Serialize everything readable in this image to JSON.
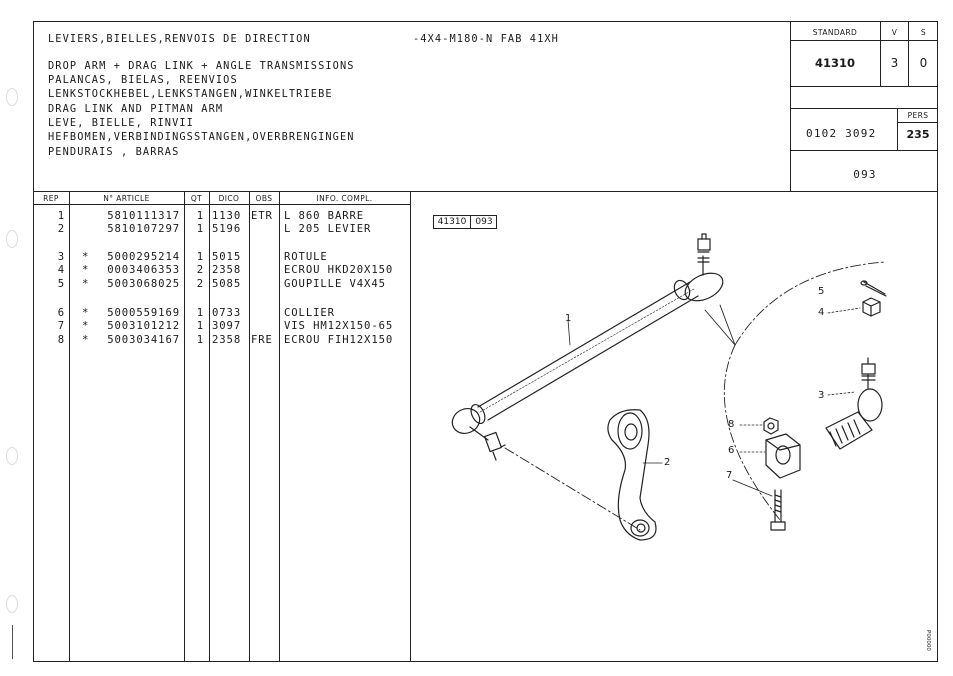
{
  "header": {
    "title_lines": [
      "LEVIERS,BIELLES,RENVOIS DE DIRECTION",
      "DROP ARM + DRAG LINK + ANGLE TRANSMISSIONS",
      "PALANCAS, BIELAS, REENVIOS",
      "LENKSTOCKHEBEL,LENKSTANGEN,WINKELTRIEBE",
      "DRAG LINK AND PITMAN ARM",
      "LEVE, BIELLE, RINVII",
      "HEFBOMEN,VERBINDINGSSTANGEN,OVERBRENGINGEN",
      "PENDURAIS , BARRAS"
    ],
    "model": "-4X4-M180-N FAB 41XH"
  },
  "info_box": {
    "standard_label": "STANDARD",
    "v_label": "V",
    "s_label": "S",
    "standard_value": "41310",
    "v_value": "3",
    "s_value": "0",
    "pers_label": "PERS",
    "ref_code": "0102 3092",
    "pers_value": "235",
    "page_code": "093"
  },
  "table": {
    "columns": [
      "REP",
      "N° ARTICLE",
      "QT",
      "DICO",
      "OBS",
      "INFO. COMPL."
    ],
    "rows": [
      {
        "rep": "1",
        "star": "",
        "article": "5810111317",
        "qt": "1",
        "dico": "1130",
        "obs": "ETR",
        "info": "L 860 BARRE"
      },
      {
        "rep": "2",
        "star": "",
        "article": "5810107297",
        "qt": "1",
        "dico": "5196",
        "obs": "",
        "info": "L 205 LEVIER"
      },
      {
        "rep": "3",
        "star": "*",
        "article": "5000295214",
        "qt": "1",
        "dico": "5015",
        "obs": "",
        "info": "ROTULE"
      },
      {
        "rep": "4",
        "star": "*",
        "article": "0003406353",
        "qt": "2",
        "dico": "2358",
        "obs": "",
        "info": "ECROU HKD20X150"
      },
      {
        "rep": "5",
        "star": "*",
        "article": "5003068025",
        "qt": "2",
        "dico": "5085",
        "obs": "",
        "info": "GOUPILLE V4X45"
      },
      {
        "rep": "6",
        "star": "*",
        "article": "5000559169",
        "qt": "1",
        "dico": "0733",
        "obs": "",
        "info": "COLLIER"
      },
      {
        "rep": "7",
        "star": "*",
        "article": "5003101212",
        "qt": "1",
        "dico": "3097",
        "obs": "",
        "info": "VIS HM12X150-65"
      },
      {
        "rep": "8",
        "star": "*",
        "article": "5003034167",
        "qt": "1",
        "dico": "2358",
        "obs": "FRE",
        "info": "ECROU FIH12X150"
      }
    ]
  },
  "diagram": {
    "tag_a": "41310",
    "tag_b": "093",
    "callouts": [
      "1",
      "2",
      "3",
      "4",
      "5",
      "6",
      "7",
      "8"
    ],
    "side_code": "P00000"
  }
}
